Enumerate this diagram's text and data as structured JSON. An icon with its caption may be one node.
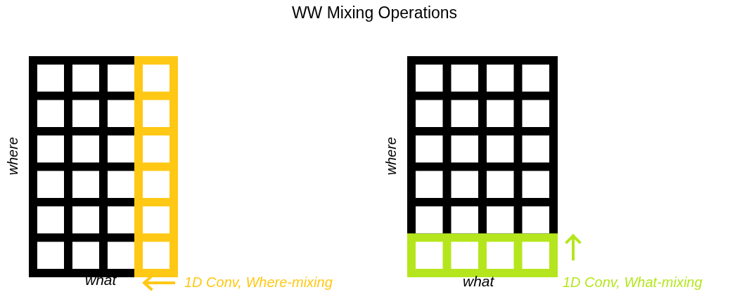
{
  "diagram": {
    "title": "WW Mixing Operations",
    "labels": [
      "where",
      "what",
      "1D Conv, Where-mixing",
      "where",
      "what",
      "1D Conv, What-mixing"
    ]
  }
}
